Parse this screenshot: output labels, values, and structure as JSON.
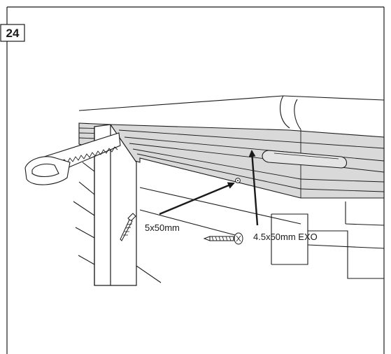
{
  "step": {
    "number": "24"
  },
  "labels": {
    "screw_small": "5x50mm",
    "screw_large": "4.5x50mm EXO"
  },
  "colors": {
    "panel_fill": "#d9d9d9",
    "line": "#1a1a1a",
    "background": "#ffffff"
  }
}
